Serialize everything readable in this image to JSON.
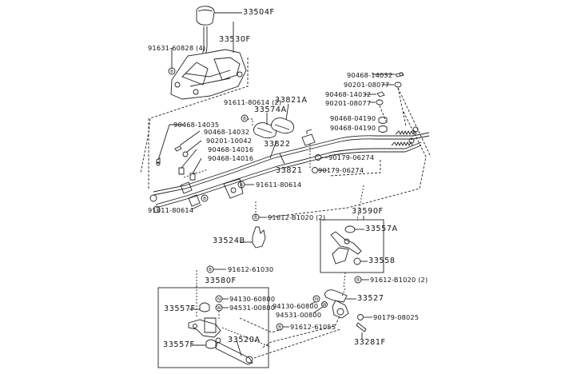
{
  "diagram": {
    "title": "Shift lever & retainer / control cable parts diagram",
    "parts": {
      "knob": "33504F",
      "lever_housing": "33530F",
      "bolt_housing": "91631-60828 (4)",
      "cable_clip_a": "90468-14032",
      "washer_a": "90201-08077",
      "cable_clip_b": "90468-14032",
      "washer_b": "90201-08077",
      "clip_14035": "90468-14035",
      "clip_14032_left": "90468-14032",
      "washer_10042": "90201-10042",
      "clip_14016_a": "90468-14016",
      "clip_14016_b": "90468-14016",
      "bolt_80614_2": "91611-80614 (2)",
      "cable_bracket": "33821A",
      "grommet": "33574A",
      "cable_33822": "33822",
      "cable_33821": "33821",
      "clip_04190_a": "90468-04190",
      "clip_04190_b": "90468-04190",
      "nut_06274_a": "90179-06274",
      "nut_06274_b": "90179-06274",
      "bolt_80614_right": "91611-80614",
      "bolt_80614_left": "91611-80614",
      "bolt_b1020_top": "91612-B1020 (2)",
      "bracket_33524b": "33524B",
      "assy_33590f": "33590F",
      "bushing_33557a": "33557A",
      "bushing_33558": "33558",
      "bolt_61030": "91612-61030",
      "assy_33580f": "33580F",
      "nut_60800_left": "94130-60800",
      "washer_00800_left": "94531-00800",
      "bushing_33557f_top": "33557F",
      "bushing_33557f_bottom": "33557F",
      "rod_33520a": "33520A",
      "bolt_b1020_bottom": "91612-B1020 (2)",
      "lever_33527": "33527",
      "nut_60800_right": "94130-60800",
      "washer_00800_right": "94531-00800",
      "nut_08025": "90179-08025",
      "bolt_61055": "91612-61055",
      "pin_33281f": "33281F"
    },
    "callout_symbols": {
      "bolt": "B",
      "nut": "N",
      "washer": "W"
    }
  }
}
